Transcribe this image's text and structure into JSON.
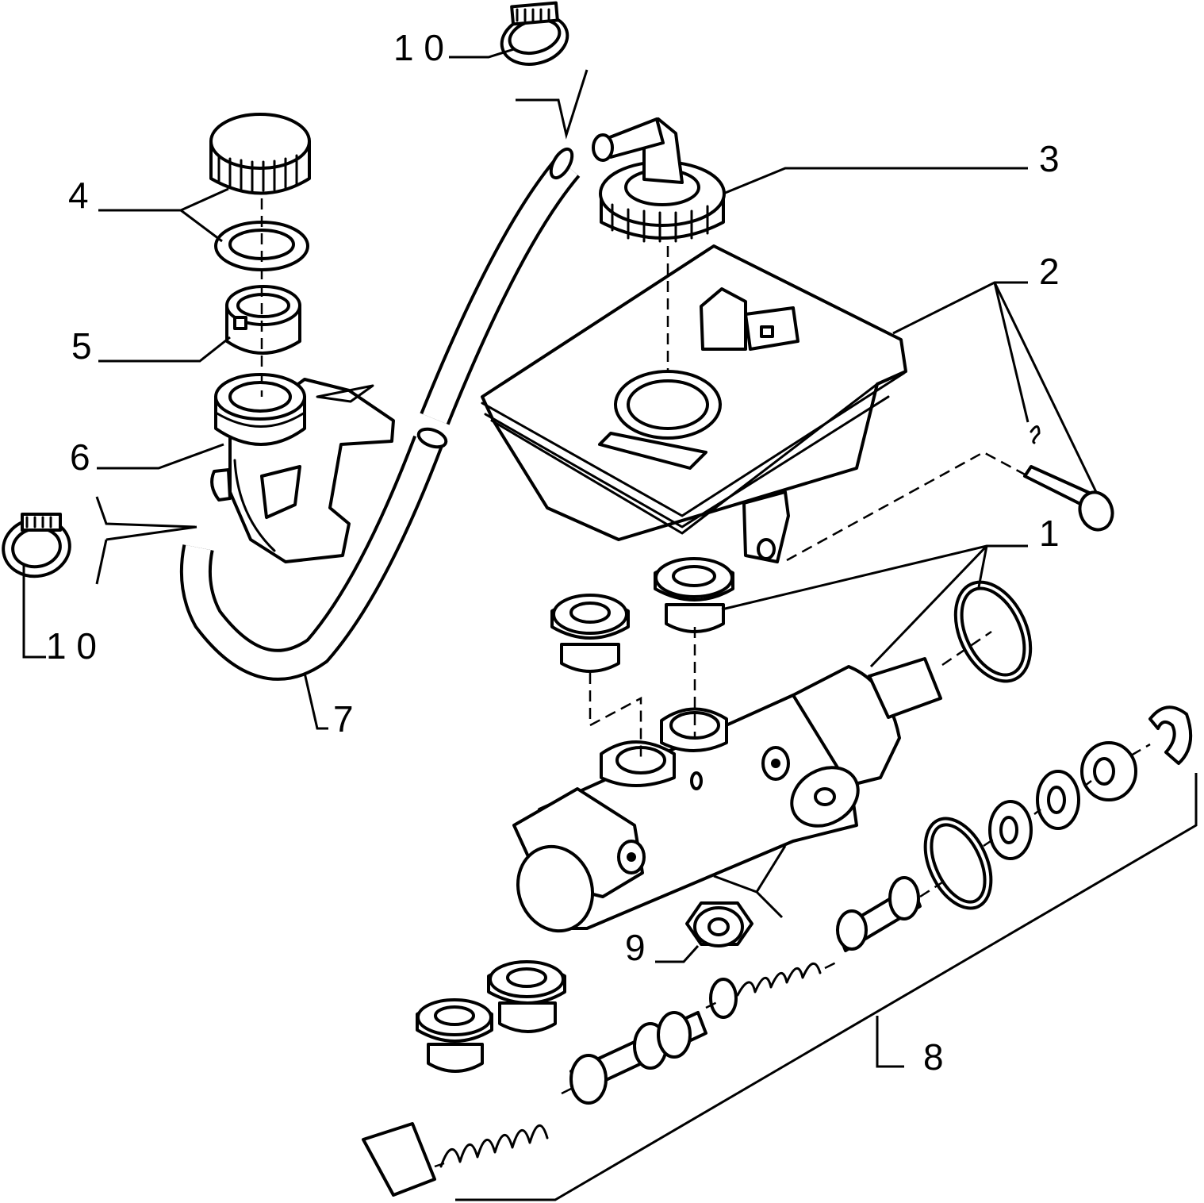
{
  "callouts": {
    "c1": "1",
    "c2": "2",
    "c3": "3",
    "c4": "4",
    "c5": "5",
    "c6": "6",
    "c7": "7",
    "c8": "8",
    "c9": "9",
    "c10_top": "1 0",
    "c10_left": "1 0"
  }
}
